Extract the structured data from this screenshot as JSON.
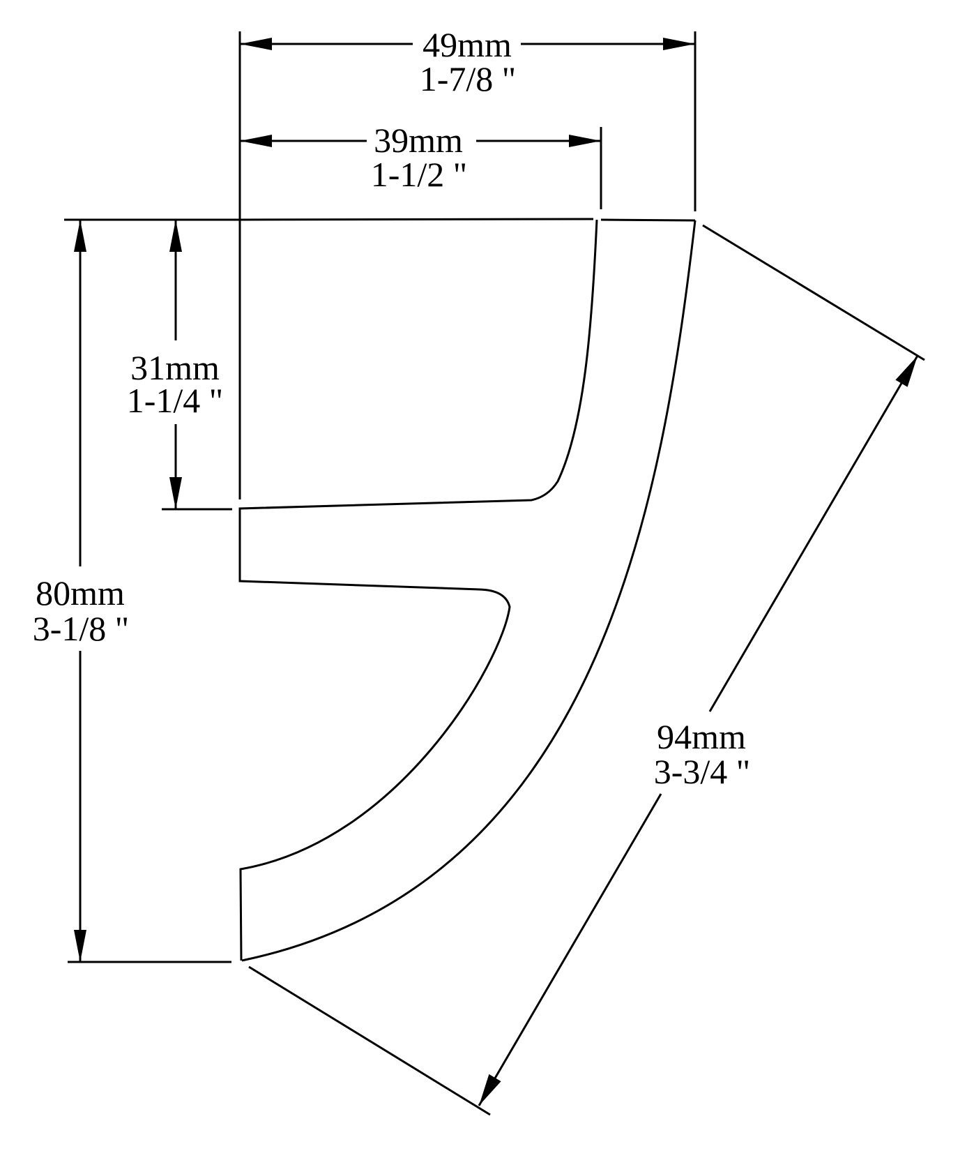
{
  "diagram": {
    "title": "crown-molding-profile-cross-section",
    "type": "technical-dimension-drawing",
    "background_color": "#ffffff",
    "line_color": "#000000",
    "dimensions": {
      "overall_width": {
        "metric": "49mm",
        "imperial": "1-7/8 \""
      },
      "top_face_width": {
        "metric": "39mm",
        "imperial": "1-1/2 \""
      },
      "upper_height": {
        "metric": "31mm",
        "imperial": "1-1/4 \""
      },
      "overall_height": {
        "metric": "80mm",
        "imperial": "3-1/8 \""
      },
      "face_length": {
        "metric": "94mm",
        "imperial": "3-3/4 \""
      }
    }
  }
}
